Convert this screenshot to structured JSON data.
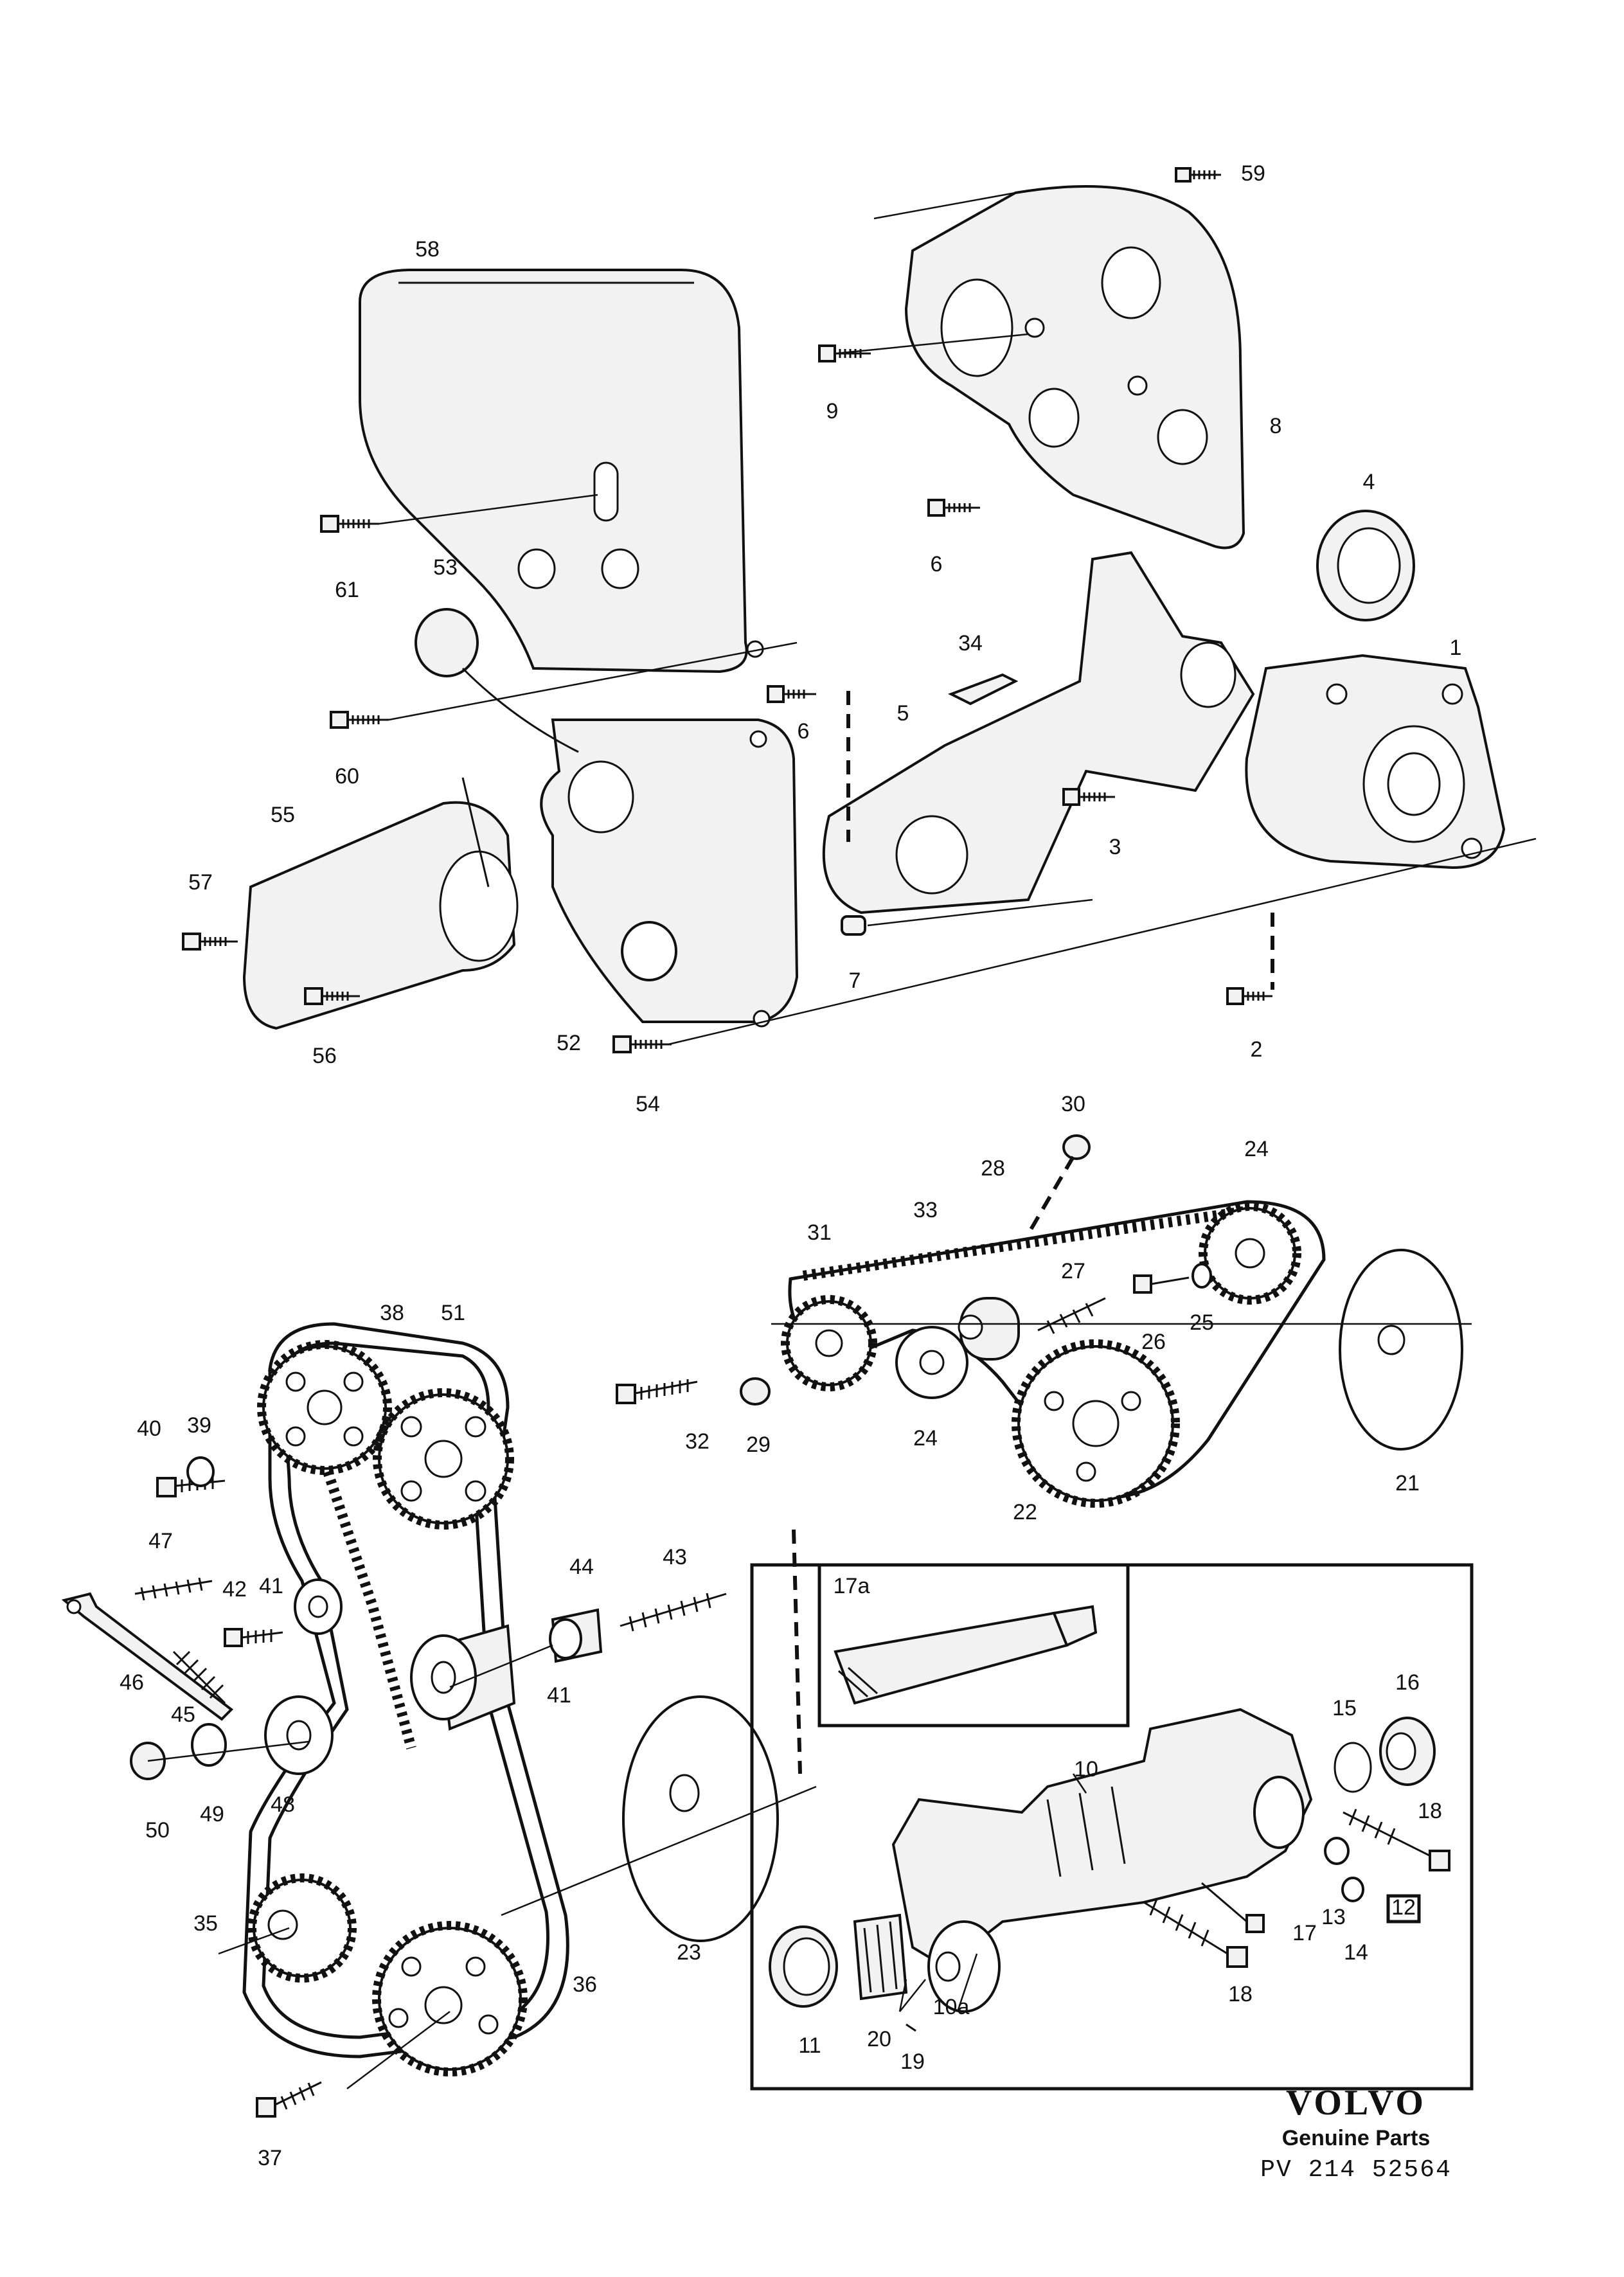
{
  "callouts": {
    "c1": "1",
    "c2": "2",
    "c3": "3",
    "c4": "4",
    "c5": "5",
    "c6a": "6",
    "c6b": "6",
    "c7": "7",
    "c8": "8",
    "c9": "9",
    "c10": "10",
    "c10a": "10a",
    "c11": "11",
    "c12": "12",
    "c13": "13",
    "c14": "14",
    "c15": "15",
    "c16": "16",
    "c17": "17",
    "c17a": "17a",
    "c18a": "18",
    "c18b": "18",
    "c19": "19",
    "c20": "20",
    "c21": "21",
    "c22": "22",
    "c23": "23",
    "c24a": "24",
    "c24b": "24",
    "c25": "25",
    "c26": "26",
    "c27": "27",
    "c28": "28",
    "c29": "29",
    "c30": "30",
    "c31": "31",
    "c32": "32",
    "c33": "33",
    "c34": "34",
    "c35": "35",
    "c36": "36",
    "c37": "37",
    "c38": "38",
    "c39": "39",
    "c40": "40",
    "c41a": "41",
    "c41b": "41",
    "c42": "42",
    "c43": "43",
    "c44": "44",
    "c45": "45",
    "c46": "46",
    "c47": "47",
    "c48": "48",
    "c49": "49",
    "c50": "50",
    "c51": "51",
    "c52": "52",
    "c53": "53",
    "c54": "54",
    "c55": "55",
    "c56": "56",
    "c57": "57",
    "c58": "58",
    "c59": "59",
    "c60": "60",
    "c61": "61"
  },
  "footer": {
    "brand": "VOLVO",
    "subtitle": "Genuine Parts",
    "reference": "PV 214 52564"
  }
}
